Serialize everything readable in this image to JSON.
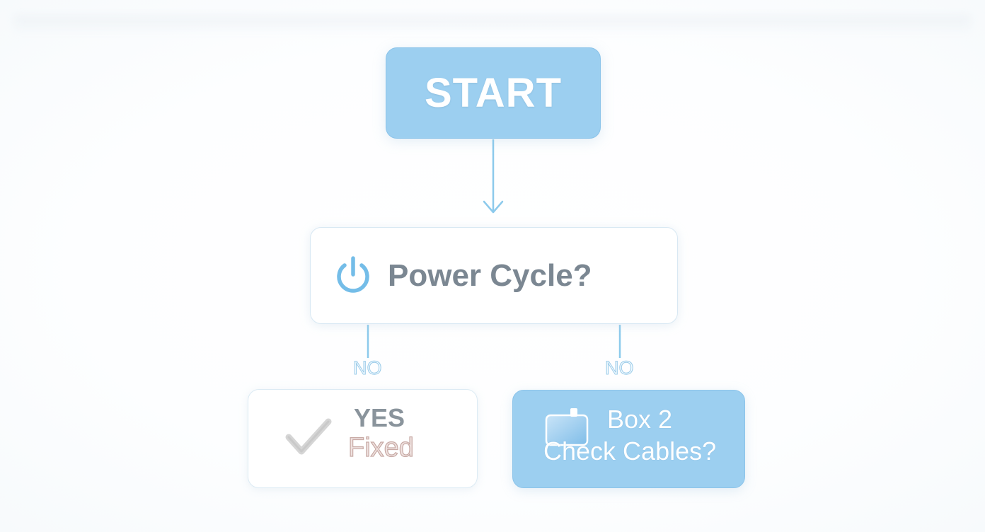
{
  "diagram": {
    "start": {
      "label": "START"
    },
    "power_cycle": {
      "label": "Power Cycle?",
      "icon": "power-icon"
    },
    "fixed": {
      "line1": "YES",
      "line2": "Fixed",
      "icon": "checkmark-icon"
    },
    "cables": {
      "line1": "Box 2",
      "line2": "Check Cables?",
      "icon": "plug-icon"
    },
    "edges": {
      "start_to_power": "",
      "power_to_fixed": "NO",
      "power_to_cables": "NO"
    },
    "colors": {
      "accent": "#9ccff0",
      "accent_border": "#8cc4ea",
      "line": "#8ccaec",
      "text_gray": "#7b8792",
      "background": "#ffffff"
    }
  }
}
